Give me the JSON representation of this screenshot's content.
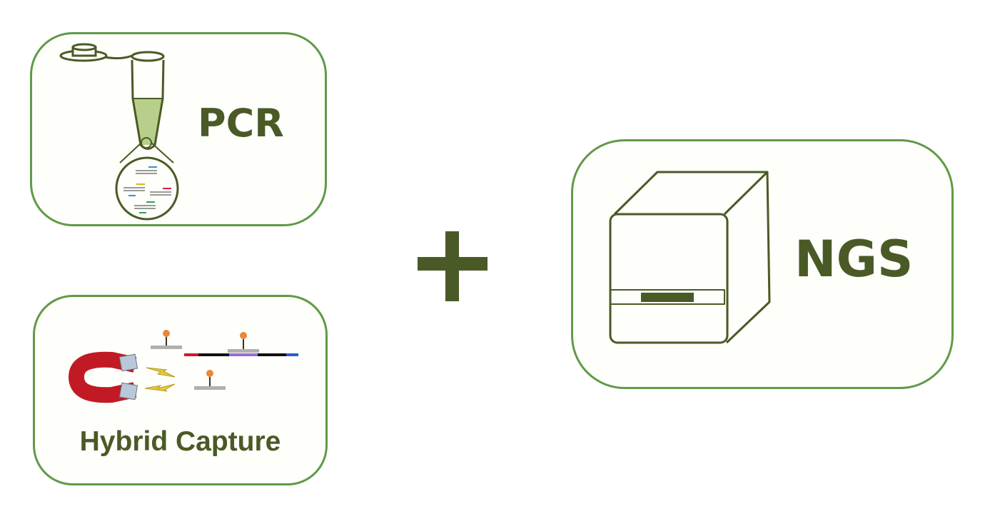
{
  "pcr": {
    "label": "PCR",
    "icon": "pcr-tube-icon"
  },
  "hybrid_capture": {
    "label": "Hybrid Capture",
    "icon": "magnet-probe-icon"
  },
  "operator": {
    "icon": "plus-icon"
  },
  "ngs": {
    "label": "NGS",
    "icon": "sequencer-icon"
  },
  "colors": {
    "card_border": "#5f9a48",
    "text": "#4a5a26",
    "plus": "#4a5a26",
    "tube_liquid": "#b7cf8a",
    "magnet": "#d4202a",
    "probe_bead": "#e8883a",
    "lightning": "#e7c83a"
  }
}
